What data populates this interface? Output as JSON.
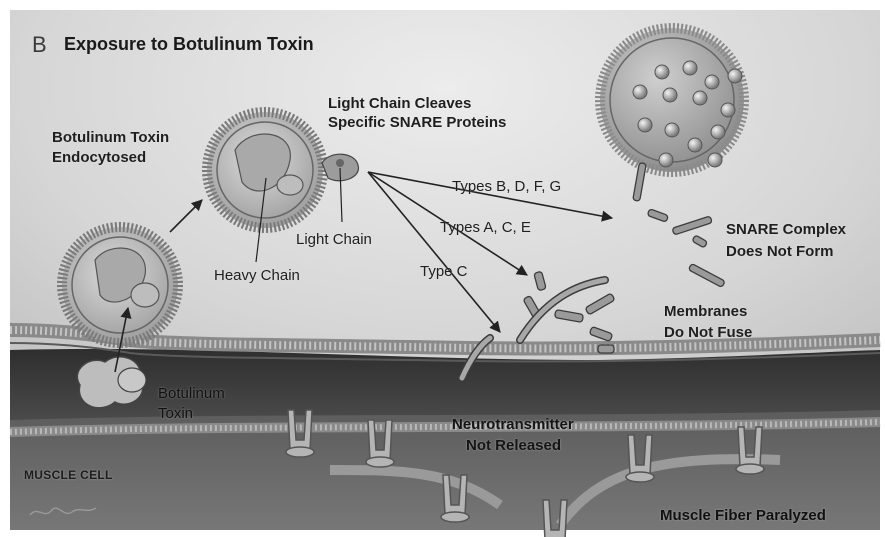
{
  "panel_letter": "B",
  "title": "Exposure to Botulinum Toxin",
  "labels": {
    "light_chain_cleaves_1": "Light Chain Cleaves",
    "light_chain_cleaves_2": "Specific SNARE Proteins",
    "toxin_endocytosed_1": "Botulinum Toxin",
    "toxin_endocytosed_2": "Endocytosed",
    "light_chain": "Light Chain",
    "heavy_chain": "Heavy Chain",
    "types_bdfg": "Types B, D, F, G",
    "types_ace": "Types A, C, E",
    "type_c": "Type C",
    "snare_1": "SNARE Complex",
    "snare_2": "Does Not Form",
    "membranes_1": "Membranes",
    "membranes_2": "Do Not Fuse",
    "botulinum_1": "Botulinum",
    "botulinum_2": "Toxin",
    "neuro_1": "Neurotransmitter",
    "neuro_2": "Not Released",
    "muscle_cell": "MUSCLE CELL",
    "paralyzed": "Muscle Fiber Paralyzed"
  },
  "colors": {
    "cytoplasm": "#d4d4d4",
    "membrane": "#a8a8a8",
    "synaptic_cleft": "#3c3c3c",
    "muscle": "#5a5a5a",
    "vesicle": "#c8c8c8"
  }
}
